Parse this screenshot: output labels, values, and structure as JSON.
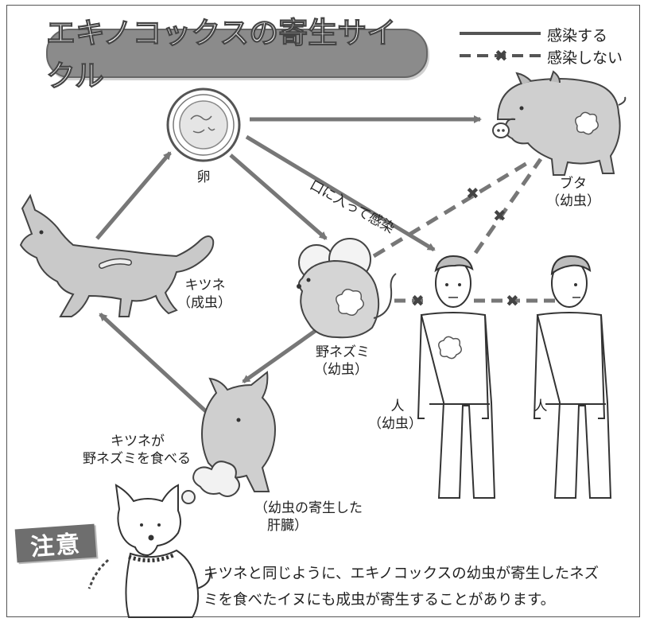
{
  "title": "エキノコックスの寄生サイクル",
  "legend": {
    "infect": "感染する",
    "no_infect": "感染しない"
  },
  "labels": {
    "egg": "卵",
    "route_mouth": "口に入って感染",
    "pig_name": "ブタ",
    "pig_stage": "（幼虫）",
    "fox_name": "キツネ",
    "fox_stage": "（成虫）",
    "mouse_name": "野ネズミ",
    "mouse_stage": "（幼虫）",
    "human1_name": "人",
    "human1_stage": "（幼虫）",
    "human2_name": "人",
    "fox_eats_line1": "キツネが",
    "fox_eats_line2": "野ネズミを食べる",
    "liver_line1": "（幼虫の寄生した",
    "liver_line2": "肝臓）"
  },
  "note": {
    "badge": "注意",
    "text": "キツネと同じように、エキノコックスの幼虫が寄生したネズ\nミを食べたイヌにも成虫が寄生することがあります。"
  },
  "colors": {
    "badge": "#6e6e6e",
    "title_fill": "#8b8b8b",
    "arrow": "#777777",
    "shading": "#bdbdbd"
  }
}
